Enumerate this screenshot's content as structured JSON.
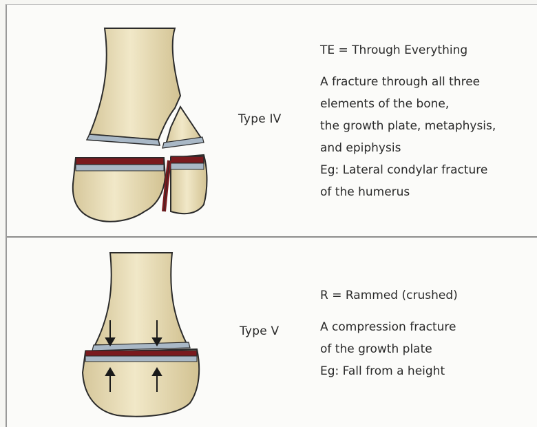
{
  "rows": [
    {
      "type_label": "Type IV",
      "mnemonic": "TE = Through Everything",
      "description": [
        "A fracture through all three",
        "elements of the bone,",
        "the growth plate, metaphysis,",
        "and epiphysis",
        "Eg: Lateral condylar fracture",
        "of the humerus"
      ]
    },
    {
      "type_label": "Type V",
      "mnemonic": "R = Rammed (crushed)",
      "description": [
        "A compression fracture",
        "of the growth plate",
        "Eg: Fall from a height"
      ]
    }
  ],
  "colors": {
    "bone_fill": "#e8dcb5",
    "bone_outline": "#2b2b2b",
    "growth_plate": "#a9b8c6",
    "fracture_red": "#7a1a1e",
    "divider": "#8c8c8c"
  }
}
